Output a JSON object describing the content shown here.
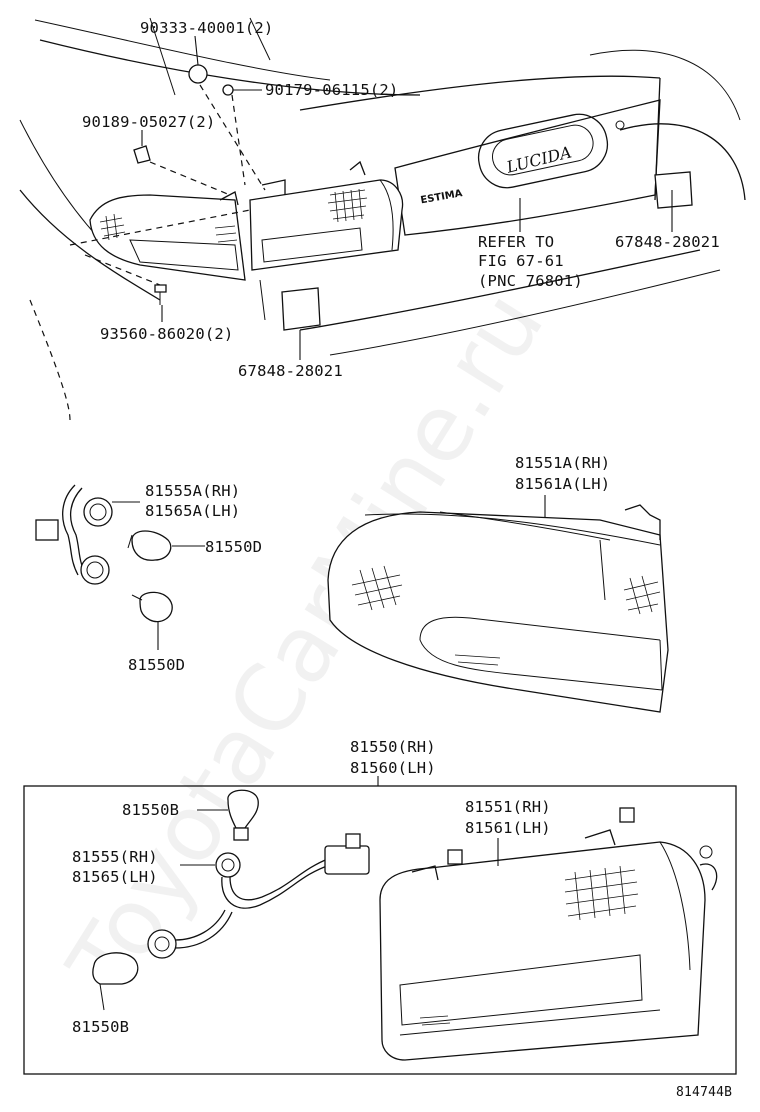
{
  "diagram": {
    "watermark": "ToyotaCarMine.ru",
    "figure_code": "814744B",
    "labels": {
      "p90333": "90333-40001(2)",
      "p90179": "90179-06115(2)",
      "p90189": "90189-05027(2)",
      "refer_line1": "REFER TO",
      "refer_line2": "FIG 67-61",
      "refer_line3": "(PNC 76801)",
      "p67848_right": "67848-28021",
      "p93560": "93560-86020(2)",
      "p67848_bottom": "67848-28021",
      "p81555A": "81555A(RH)",
      "p81565A": "81565A(LH)",
      "p81550D_top": "81550D",
      "p81550D_bottom": "81550D",
      "p81551A": "81551A(RH)",
      "p81561A": "81561A(LH)",
      "p81550": "81550(RH)",
      "p81560": "81560(LH)",
      "p81550B_top": "81550B",
      "p81555": "81555(RH)",
      "p81565": "81565(LH)",
      "p81551": "81551(RH)",
      "p81561": "81561(LH)",
      "p81550B_bottom": "81550B"
    },
    "emblems": {
      "estima": "ESTIMA",
      "lucida": "LUCIDA"
    }
  }
}
